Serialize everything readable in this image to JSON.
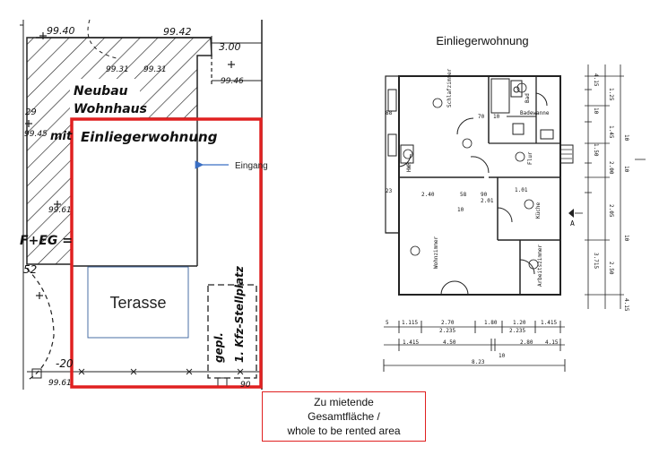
{
  "site_plan": {
    "heights": {
      "h_9940": "99.40",
      "h_9942": "99.42",
      "h_300": "3.00",
      "h_9931a": "99.31",
      "h_9931b": "99.31",
      "h_9946": "99.46",
      "h_9945": "99.45",
      "h_9961": "99.61",
      "h_9961b": "99.61",
      "h_29": "29",
      "h_52": "52",
      "h_20": "-20",
      "h_90": "90"
    },
    "neubau_label_1": "Neubau",
    "neubau_label_2": "Wohnhaus",
    "unit_label": "Einliegerwohnung",
    "unit_prefix": "mit",
    "eg_label": "F+EG =",
    "terrace_label": "Terasse",
    "parking_label": "1. Kfz-Stellplatz",
    "parking_sub": "gepl.",
    "entrance_label": "Eingang",
    "rented_area_box": {
      "line1": "Zu mietende",
      "line2": "Gesamtfläche /",
      "line3": "whole to be rented area"
    },
    "colors": {
      "boundary": "#e02020",
      "arrow": "#3a6fc4",
      "terrace_box": "#4a6fa5"
    }
  },
  "floor_plan": {
    "title": "Einliegerwohnung",
    "rooms": {
      "schlafzimmer": "Schlafzimmer",
      "bad": "Bad",
      "badewanne": "Badewanne",
      "flur": "Flur",
      "kueche": "Küche",
      "wohnzimmer": "Wohnzimmer",
      "arbeitszimmer": "Arbeitszimmer",
      "hwr": "HWR"
    },
    "dims_bottom_row1": [
      "5",
      "1.115",
      "2.70",
      "1.80",
      "1.20",
      "1.415"
    ],
    "dims_bottom_row1_sub": [
      "2.235",
      "2.235"
    ],
    "dims_bottom_row2": [
      "1.415",
      "4.50",
      "2.80",
      "4.15"
    ],
    "dims_bottom_total": "8.23",
    "dims_bottom_mid": "10",
    "dims_interior": [
      "2.40",
      "58",
      "90",
      "2.01",
      "10",
      "70",
      "10",
      "1.01",
      "88",
      "23"
    ],
    "dims_right": [
      "4.15",
      "1.25",
      "10",
      "1.45",
      "1.50",
      "10",
      "2.00",
      "10",
      "2.05",
      "3.715",
      "2.50",
      "10",
      "4.15"
    ],
    "section_marker": "A"
  }
}
